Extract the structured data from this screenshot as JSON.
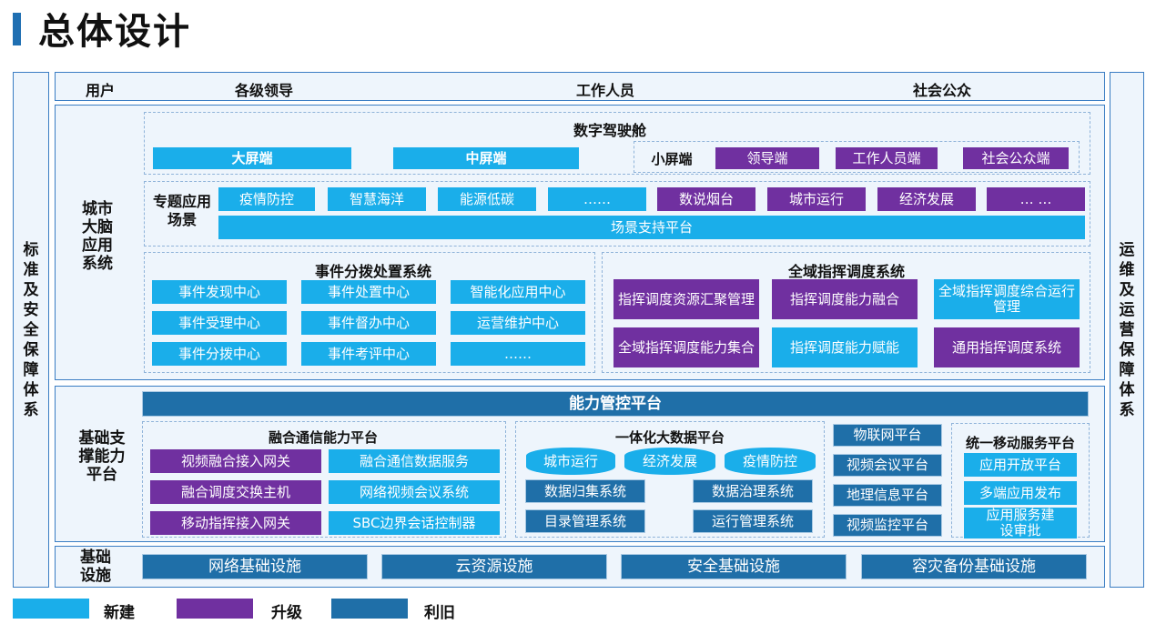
{
  "title": "总体设计",
  "side": {
    "left": "标准及安全保障体系",
    "right": "运维及运营保障体系"
  },
  "users": {
    "label": "用户",
    "items": [
      "各级领导",
      "工作人员",
      "社会公众"
    ]
  },
  "brain": {
    "label": "城市大脑应用系统",
    "cockpit": {
      "title": "数字驾驶舱",
      "big": "大屏端",
      "mid": "中屏端",
      "small": "小屏端",
      "small_items": [
        "领导端",
        "工作人员端",
        "社会公众端"
      ]
    },
    "scenes": {
      "label": "专题应用场景",
      "items": [
        "疫情防控",
        "智慧海洋",
        "能源低碳",
        "……",
        "数说烟台",
        "城市运行",
        "经济发展",
        "… …"
      ],
      "platform": "场景支持平台"
    },
    "event": {
      "title": "事件分拨处置系统",
      "items": [
        "事件发现中心",
        "事件处置中心",
        "智能化应用中心",
        "事件受理中心",
        "事件督办中心",
        "运营维护中心",
        "事件分拨中心",
        "事件考评中心",
        "……"
      ]
    },
    "command": {
      "title": "全域指挥调度系统",
      "items": [
        "指挥调度资源汇聚管理",
        "指挥调度能力融合",
        "全域指挥调度综合运行管理",
        "全域指挥调度能力集合",
        "指挥调度能力赋能",
        "通用指挥调度系统"
      ]
    }
  },
  "support": {
    "label": "基础支撑能力平台",
    "control": "能力管控平台",
    "comm": {
      "title": "融合通信能力平台",
      "items": [
        "视频融合接入网关",
        "融合通信数据服务",
        "融合调度交换主机",
        "网络视频会议系统",
        "移动指挥接入网关",
        "SBC边界会话控制器"
      ]
    },
    "bigdata": {
      "title": "一体化大数据平台",
      "cyl": [
        "城市运行",
        "经济发展",
        "疫情防控"
      ],
      "items": [
        "数据归集系统",
        "数据治理系统",
        "目录管理系统",
        "运行管理系统"
      ]
    },
    "iot": [
      "物联网平台",
      "视频会议平台",
      "地理信息平台",
      "视频监控平台"
    ],
    "mobile": {
      "title": "统一移动服务平台",
      "items": [
        "应用开放平台",
        "多端应用发布",
        "应用服务建设审批"
      ]
    }
  },
  "infra": {
    "label": "基础设施",
    "items": [
      "网络基础设施",
      "云资源设施",
      "安全基础设施",
      "容灾备份基础设施"
    ]
  },
  "legend": [
    {
      "label": "新建",
      "color": "#1aaeea"
    },
    {
      "label": "升级",
      "color": "#7030a0"
    },
    {
      "label": "利旧",
      "color": "#1f6fa8"
    }
  ]
}
